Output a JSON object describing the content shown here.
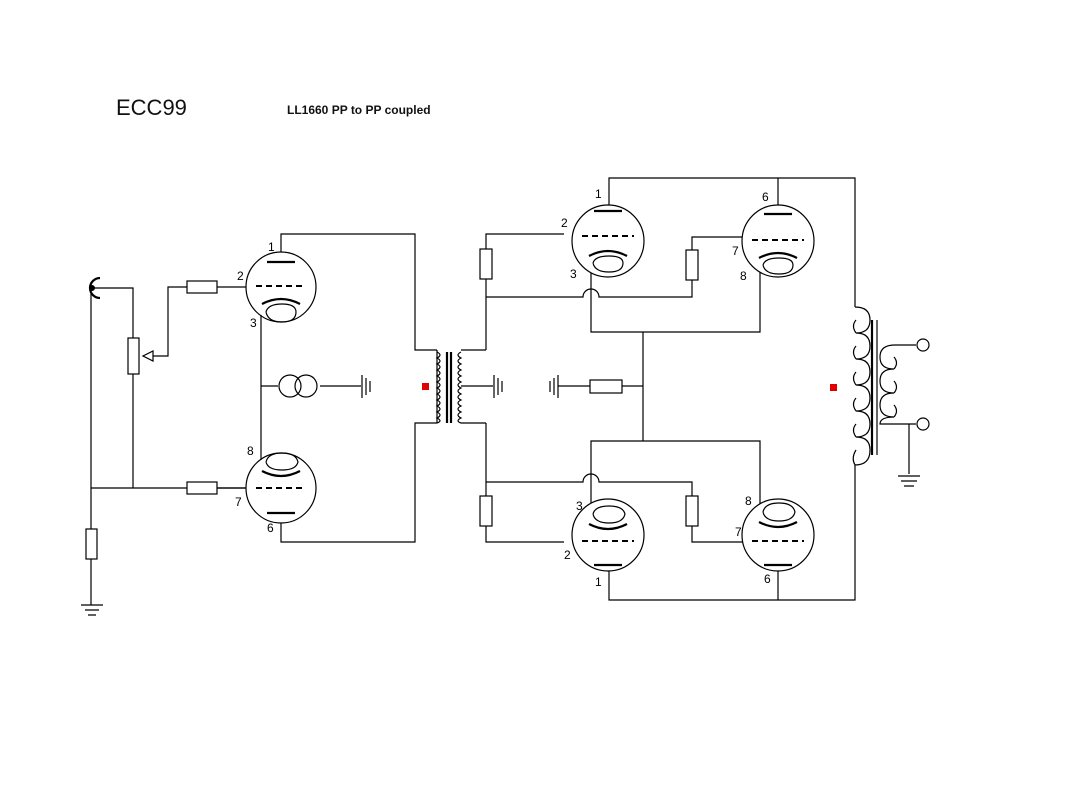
{
  "title": "ECC99",
  "subtitle": "LL1660  PP to PP coupled",
  "pins": {
    "input_top": [
      "1",
      "2",
      "3"
    ],
    "input_bottom": [
      "8",
      "7",
      "6"
    ],
    "upper_left": [
      "1",
      "2",
      "3"
    ],
    "upper_right": [
      "6",
      "7",
      "8"
    ],
    "lower_left": [
      "3",
      "2",
      "1"
    ],
    "lower_right": [
      "8",
      "7",
      "6"
    ]
  },
  "colors": {
    "wire": "#000000",
    "marker": "#e00000",
    "background": "#ffffff"
  },
  "icons": [
    "rca-input-jack",
    "potentiometer",
    "resistor",
    "current-source",
    "ground",
    "interstage-transformer",
    "output-transformer",
    "output-terminal",
    "triode",
    "center-tap-marker"
  ]
}
